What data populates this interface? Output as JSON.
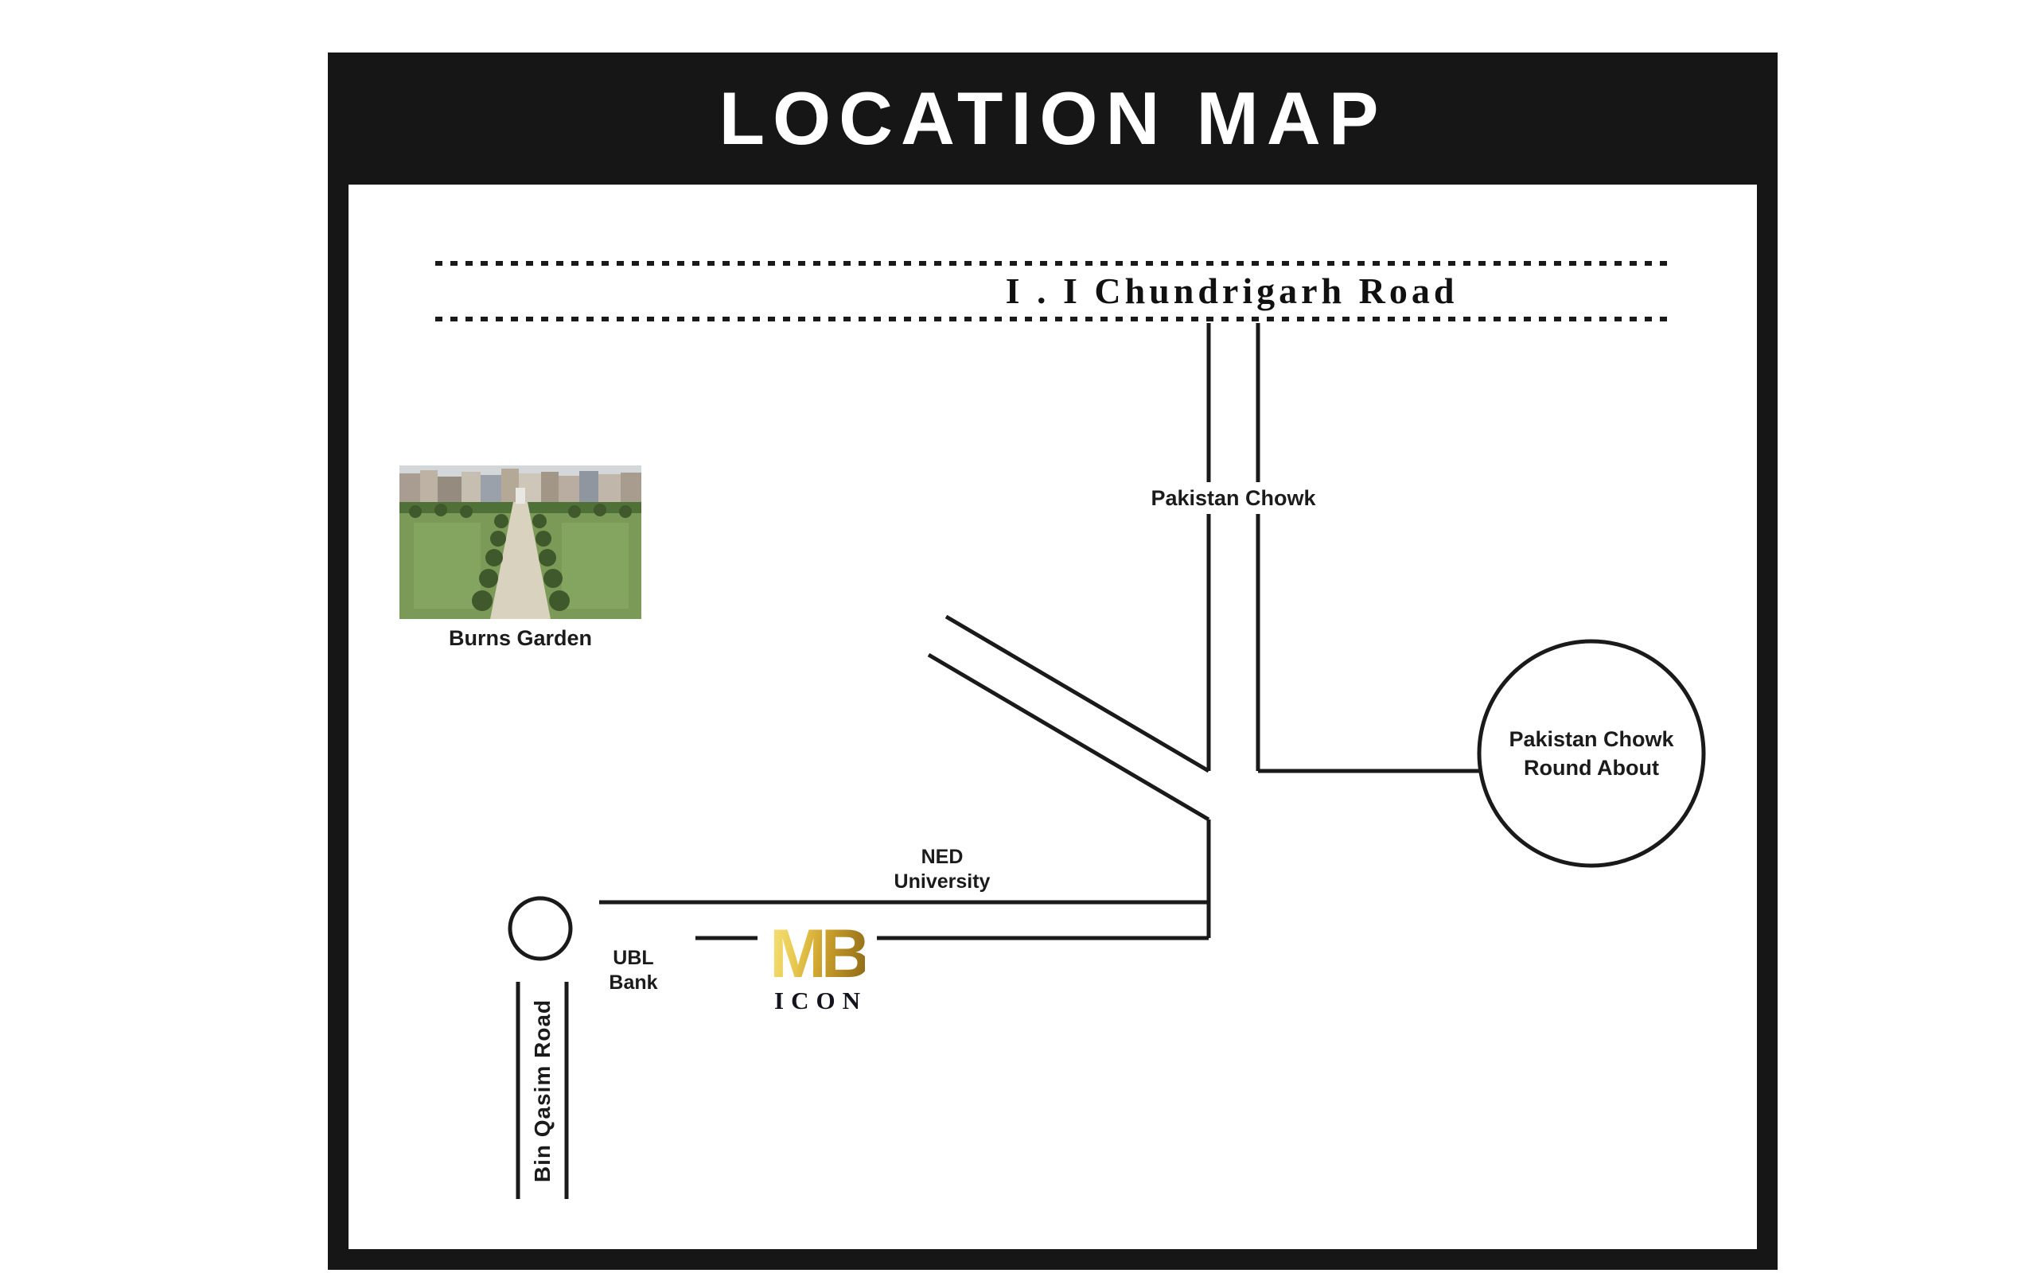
{
  "header": {
    "title": "LOCATION MAP"
  },
  "map": {
    "chundrigarh_road": "I . I Chundrigarh Road",
    "pakistan_chowk": "Pakistan Chowk",
    "roundabout": {
      "line1": "Pakistan Chowk",
      "line2": "Round About"
    },
    "ned": {
      "line1": "NED",
      "line2": "University"
    },
    "ubl": {
      "line1": "UBL",
      "line2": "Bank"
    },
    "bin_qasim_road": "Bin Qasim Road",
    "burns_garden_caption": "Burns Garden",
    "logo": {
      "monogram": "MB",
      "name": "ICON"
    },
    "colors": {
      "ink": "#161616",
      "line": "#1a1a1a",
      "gold_light": "#f6e27a",
      "gold_dark": "#8f6b16"
    }
  }
}
